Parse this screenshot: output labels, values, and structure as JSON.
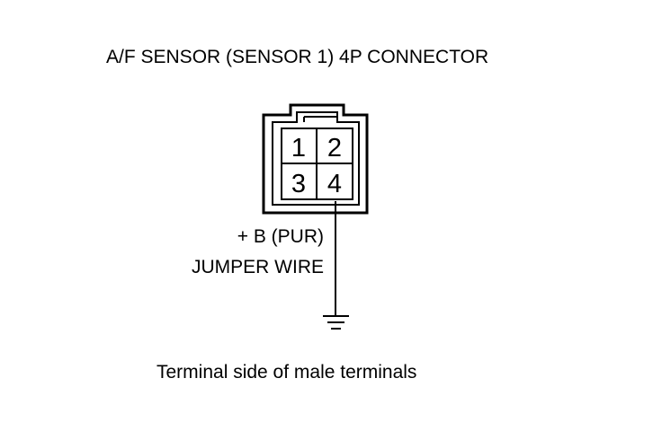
{
  "title": "A/F SENSOR (SENSOR 1) 4P CONNECTOR",
  "wire_label": "+ B (PUR)",
  "jumper_label": "JUMPER WIRE",
  "caption": "Terminal side of male terminals",
  "connector": {
    "pins": [
      "1",
      "2",
      "3",
      "4"
    ]
  },
  "ground_symbol": "ground-icon"
}
